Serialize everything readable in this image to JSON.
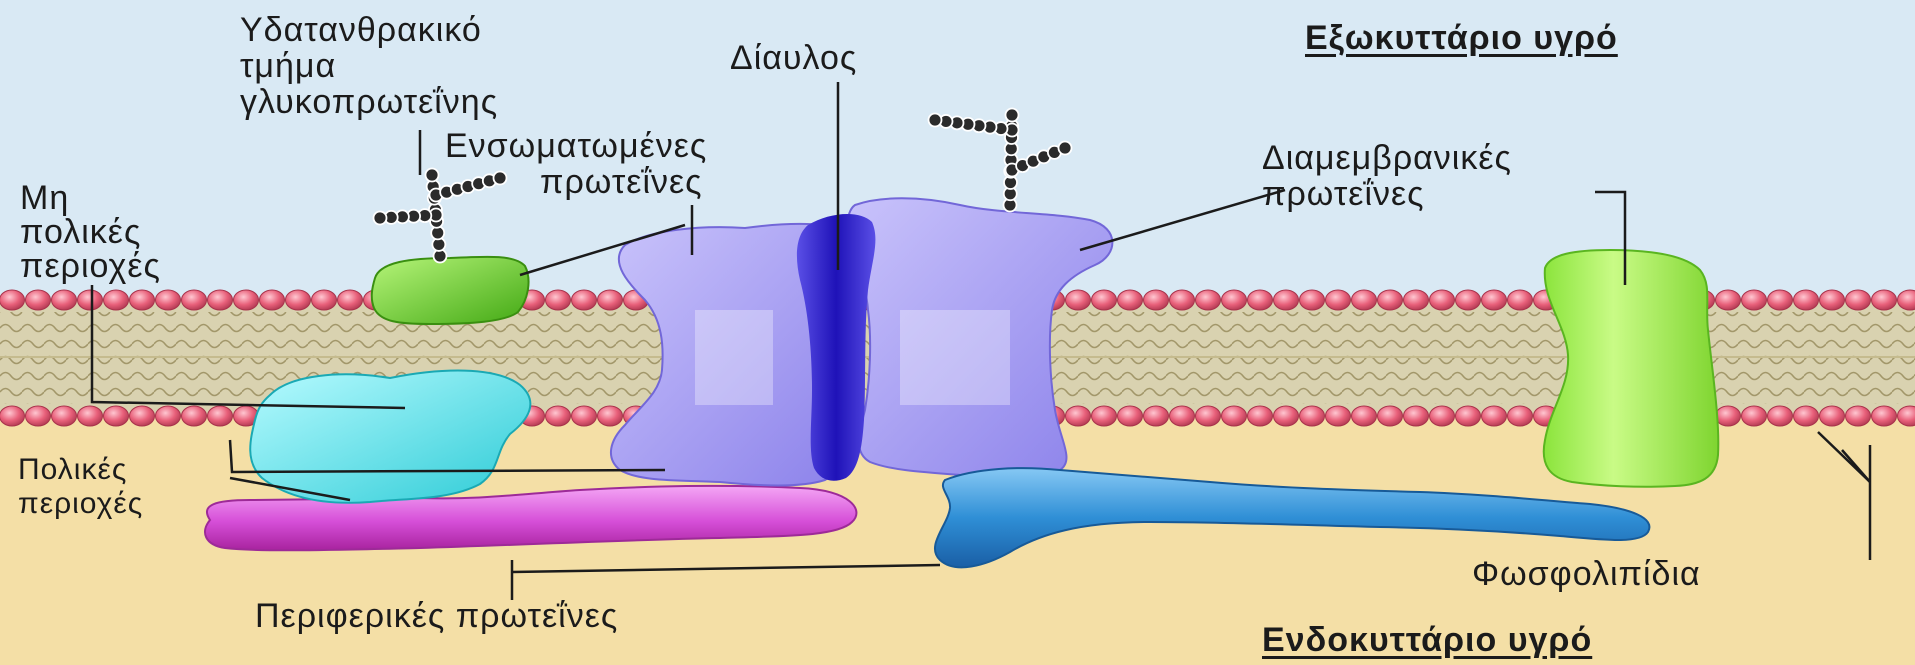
{
  "regions": {
    "extracellular": "Εξωκυττάριο υγρό",
    "intracellular": "Ενδοκυττάριο υγρό"
  },
  "labels": {
    "glyco_line1": "Υδατανθρακικό",
    "glyco_line2": "τμήμα",
    "glyco_line3": "γλυκοπρωτεΐνης",
    "channel": "Δίαυλος",
    "integral_line1": "Ενσωματωμένες",
    "integral_line2": "πρωτεΐνες",
    "transmembrane_line1": "Διαμεμβρανικές",
    "transmembrane_line2": "πρωτεΐνες",
    "nonpolar_line1": "Μη",
    "nonpolar_line2": "πολικές",
    "nonpolar_line3": "περιοχές",
    "polar_line1": "Πολικές",
    "polar_line2": "περιοχές",
    "peripheral": "Περιφερικές πρωτεΐνες",
    "phospholipids": "Φωσφολιπίδια"
  },
  "colors": {
    "extracellular_fluid": "#d9e9f4",
    "intracellular_fluid": "#f4dfa6",
    "phospholipid_head": "#e8607a",
    "lipid_core": "#d9d2b0",
    "glycoprotein": "#6fd52a",
    "channel_protein": "#a59df2",
    "channel_pore": "#2c20cf",
    "polar_protein": "#59e3ea",
    "peripheral_pink": "#d64fd8",
    "peripheral_blue": "#2f8fd6",
    "transmembrane_green": "#a6f05c"
  }
}
